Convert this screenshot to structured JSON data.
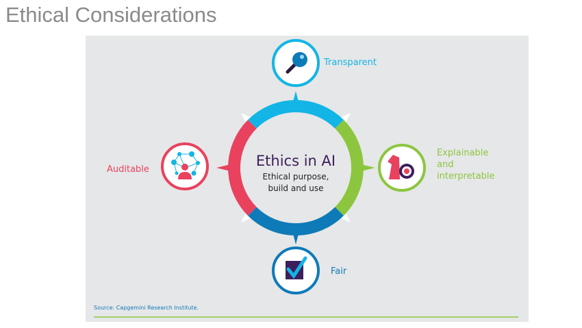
{
  "title": "Ethical Considerations",
  "center": {
    "heading": "Ethics in AI",
    "line1": "Ethical purpose,",
    "line2": "build and use"
  },
  "nodes": {
    "top": {
      "label": "Transparent",
      "icon": "magnifier-icon",
      "color": "#12b5e5"
    },
    "right": {
      "label_lines": [
        "Explainable",
        "and",
        "interpretable"
      ],
      "icon": "chess-knight-target-icon",
      "color": "#8cc63f"
    },
    "bottom": {
      "label": "Fair",
      "icon": "checkbox-icon",
      "color": "#0f7ab8"
    },
    "left": {
      "label": "Auditable",
      "icon": "network-person-icon",
      "color": "#e8425f"
    }
  },
  "source": "Source: Capgemini Research Institute.",
  "colors": {
    "panel": "#e6e7e8",
    "purple": "#3d1e5c",
    "footer_line": "#8cc63f"
  }
}
